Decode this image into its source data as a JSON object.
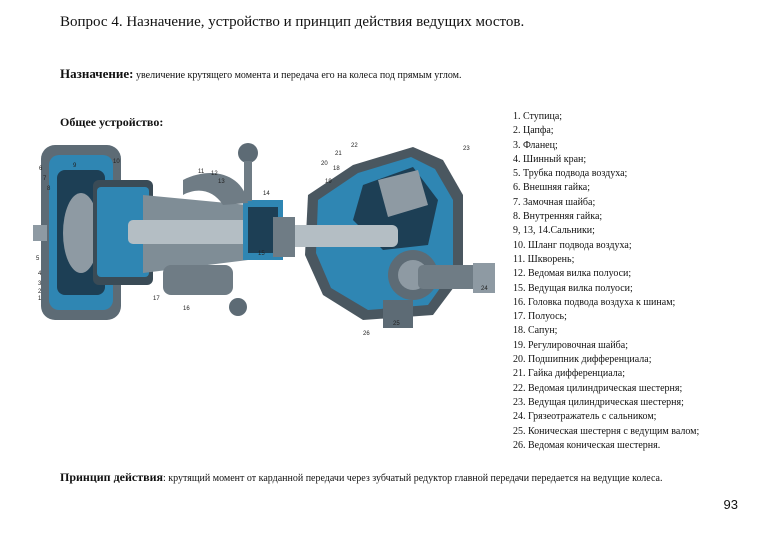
{
  "title": "Вопрос 4. Назначение, устройство и принцип действия ведущих мостов.",
  "purpose": {
    "label": "Назначение:",
    "text": " увеличение крутящего момента и передача его на колеса под прямым углом."
  },
  "general_label": "Общее устройство:",
  "legend": [
    "1. Ступица;",
    "2. Цапфа;",
    "3. Фланец;",
    "4. Шинный кран;",
    "5. Трубка подвода воздуха;",
    "6. Внешняя гайка;",
    "7. Замочная шайба;",
    "8. Внутренняя гайка;",
    "9, 13, 14.Сальники;",
    "10. Шланг подвода воздуха;",
    "11. Шкворень;",
    "12. Ведомая вилка полуоси;",
    "15. Ведущая вилка полуоси;",
    "16. Головка подвода воздуха к шинам;",
    "17. Полуось;",
    "18. Сапун;",
    "19. Регулировочная шайба;",
    "20. Подшипник дифференциала;",
    "21. Гайка дифференциала;",
    "22. Ведомая цилиндрическая шестерня;",
    "23. Ведущая цилиндрическая шестерня;",
    "24. Грязеотражатель с сальником;",
    "25. Коническая шестерня с ведущим валом;",
    "26. Ведомая коническая шестерня."
  ],
  "principle": {
    "label": "Принцип действия",
    "text": ": крутящий момент от карданной передачи через зубчатый редуктор главной передачи передается на ведущие колеса."
  },
  "page_number": "93",
  "figure": {
    "left_callouts": [
      "6",
      "7",
      "8",
      "9",
      "10",
      "11",
      "12",
      "13",
      "14",
      "15",
      "16",
      "17",
      "1",
      "2",
      "3",
      "4",
      "5"
    ],
    "right_callouts": [
      "18",
      "19",
      "20",
      "21",
      "22",
      "23",
      "24",
      "25",
      "26"
    ]
  },
  "colors": {
    "steel": "#8e9aa3",
    "steel_dark": "#4a5760",
    "cutaway_blue": "#2f86b3",
    "cutaway_dark": "#1d3f55"
  }
}
